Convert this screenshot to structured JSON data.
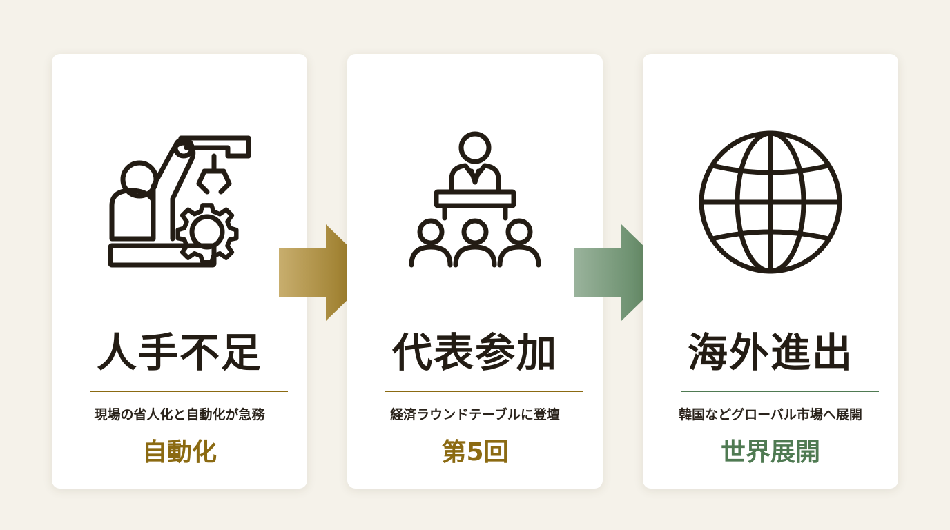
{
  "colors": {
    "background": "#f5f2ea",
    "card": "#ffffff",
    "ink": "#231c14",
    "gold": "#8b6a12",
    "green": "#4f7a52"
  },
  "cards": [
    {
      "icon": "robot-arm-gear-icon",
      "title": "人手不足",
      "subtitle": "現場の省人化と自動化が急務",
      "highlight": "自動化",
      "accent": "#8b6a12"
    },
    {
      "icon": "speaker-audience-icon",
      "title": "代表参加",
      "subtitle": "経済ラウンドテーブルに登壇",
      "highlight": "第5回",
      "accent": "#8b6a12"
    },
    {
      "icon": "globe-icon",
      "title": "海外進出",
      "subtitle": "韓国などグローバル市場へ展開",
      "highlight": "世界展開",
      "accent": "#4f7a52"
    }
  ],
  "arrows": [
    {
      "icon": "arrow-right-icon",
      "color": "#8b6a12"
    },
    {
      "icon": "arrow-right-icon",
      "color": "#4f7a52"
    }
  ]
}
